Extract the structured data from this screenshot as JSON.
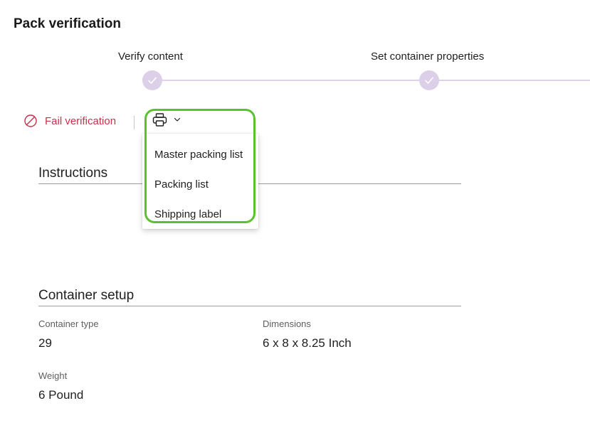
{
  "page": {
    "title": "Pack verification"
  },
  "stepper": {
    "steps": [
      {
        "label": "Verify content",
        "status": "completed"
      },
      {
        "label": "Set container properties",
        "status": "completed"
      }
    ]
  },
  "toolbar": {
    "fail_label": "Fail verification",
    "fail_icon": "block-icon",
    "print_icon": "printer-icon",
    "print_dropdown_icon": "chevron-down-icon"
  },
  "print_menu": {
    "items": [
      {
        "label": "Master packing list"
      },
      {
        "label": "Packing list"
      },
      {
        "label": "Shipping label"
      }
    ]
  },
  "instructions": {
    "heading": "Instructions"
  },
  "container_setup": {
    "heading": "Container setup",
    "fields": {
      "container_type": {
        "label": "Container type",
        "value": "29"
      },
      "dimensions": {
        "label": "Dimensions",
        "value": "6 x 8 x 8.25 Inch"
      },
      "weight": {
        "label": "Weight",
        "value": "6 Pound"
      }
    }
  },
  "colors": {
    "step_circle": "#dccfe8",
    "step_line": "#ddd3e6",
    "fail_red": "#c4314b",
    "highlight_green": "#5cc12f"
  }
}
